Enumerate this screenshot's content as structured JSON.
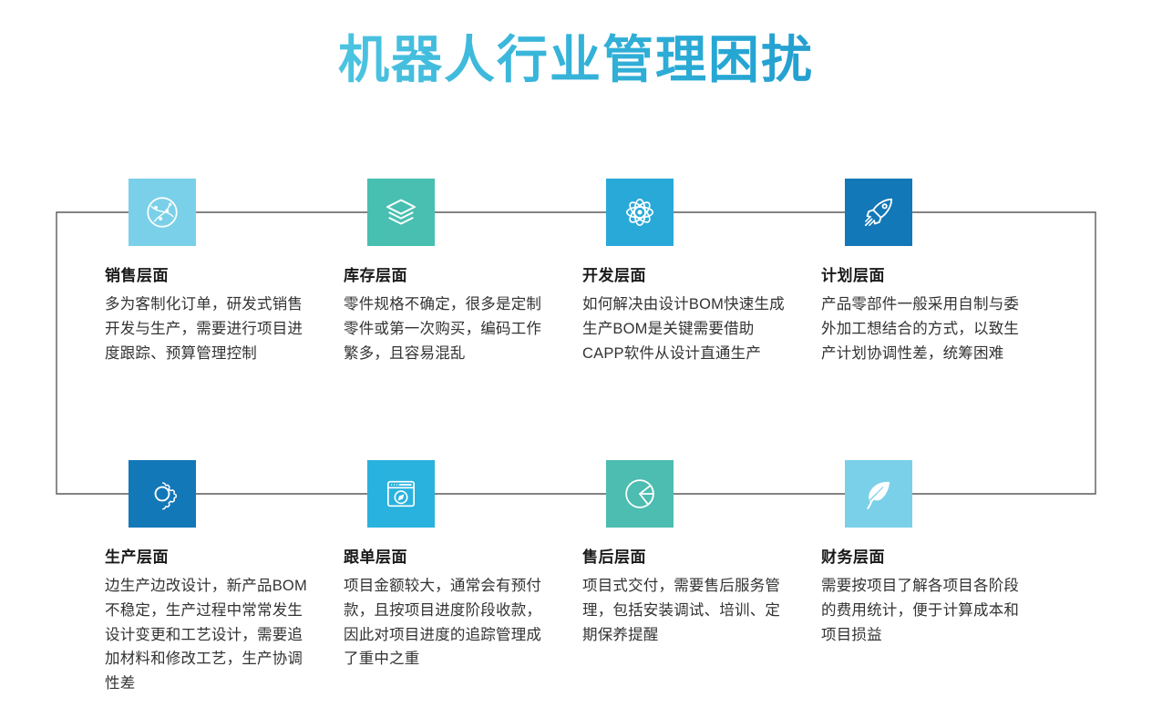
{
  "header": {
    "title": "机器人行业管理困扰",
    "title_gradient_from": "#6fd3e8",
    "title_gradient_to": "#1b7fc0"
  },
  "connector": {
    "color": "#5a5a5a",
    "style": "snake-path"
  },
  "cards": [
    {
      "id": "sales",
      "icon": "globe-network-icon",
      "icon_bg": "#7ad0e8",
      "heading": "销售层面",
      "body": "多为客制化订单，研发式销售开发与生产，需要进行项目进度跟踪、预算管理控制"
    },
    {
      "id": "inventory",
      "icon": "layers-stack-icon",
      "icon_bg": "#48bfb0",
      "heading": "库存层面",
      "body": "零件规格不确定，很多是定制零件或第一次购买，编码工作繁多，且容易混乱"
    },
    {
      "id": "development",
      "icon": "atom-icon",
      "icon_bg": "#29a9d8",
      "heading": "开发层面",
      "body": "如何解决由设计BOM快速生成生产BOM是关键需要借助CAPP软件从设计直通生产"
    },
    {
      "id": "planning",
      "icon": "rocket-icon",
      "icon_bg": "#1278b8",
      "heading": "计划层面",
      "body": "产品零部件一般采用自制与委外加工想结合的方式，以致生产计划协调性差，统筹困难"
    },
    {
      "id": "production",
      "icon": "gear-icon",
      "icon_bg": "#1278b8",
      "heading": "生产层面",
      "body": "边生产边改设计，新产品BOM不稳定，生产过程中常常发生设计变更和工艺设计，需要追加材料和修改工艺，生产协调性差"
    },
    {
      "id": "order-tracking",
      "icon": "browser-compass-icon",
      "icon_bg": "#29b2dd",
      "heading": "跟单层面",
      "body": "项目金额较大，通常会有预付款，且按项目进度阶段收款，因此对项目进度的追踪管理成了重中之重"
    },
    {
      "id": "after-sales",
      "icon": "pie-chart-icon",
      "icon_bg": "#4cbdb0",
      "heading": "售后层面",
      "body": "项目式交付，需要售后服务管理，包括安装调试、培训、定期保养提醒"
    },
    {
      "id": "finance",
      "icon": "feather-icon",
      "icon_bg": "#7ad0e8",
      "heading": "财务层面",
      "body": "需要按项目了解各项目各阶段的费用统计，便于计算成本和项目损益"
    }
  ]
}
